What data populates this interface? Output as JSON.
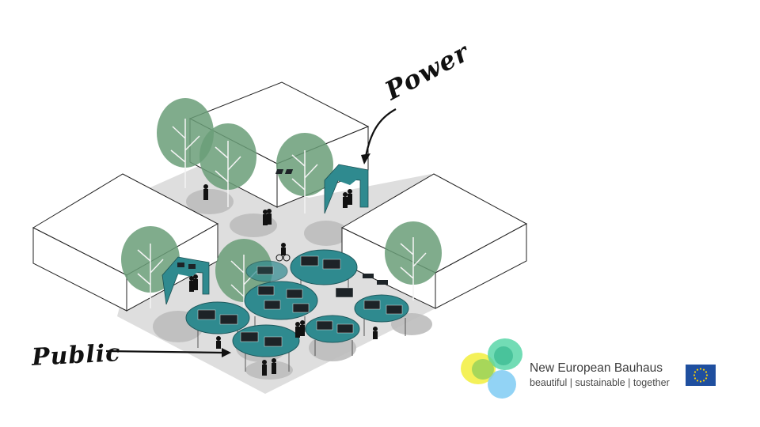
{
  "labels": {
    "power": "Power",
    "public": "Public"
  },
  "branding": {
    "title": "New European Bauhaus",
    "tagline": "beautiful | sustainable | together",
    "eu_flag_color": "#1f4f9f",
    "eu_star_color": "#ffd200"
  },
  "colors": {
    "canopy": "#2f8a8f",
    "tree": "#6a9e78",
    "ground": "#dedede",
    "shadow": "#bdbdbd",
    "building_line": "#222222",
    "panel": "#1d2327"
  }
}
